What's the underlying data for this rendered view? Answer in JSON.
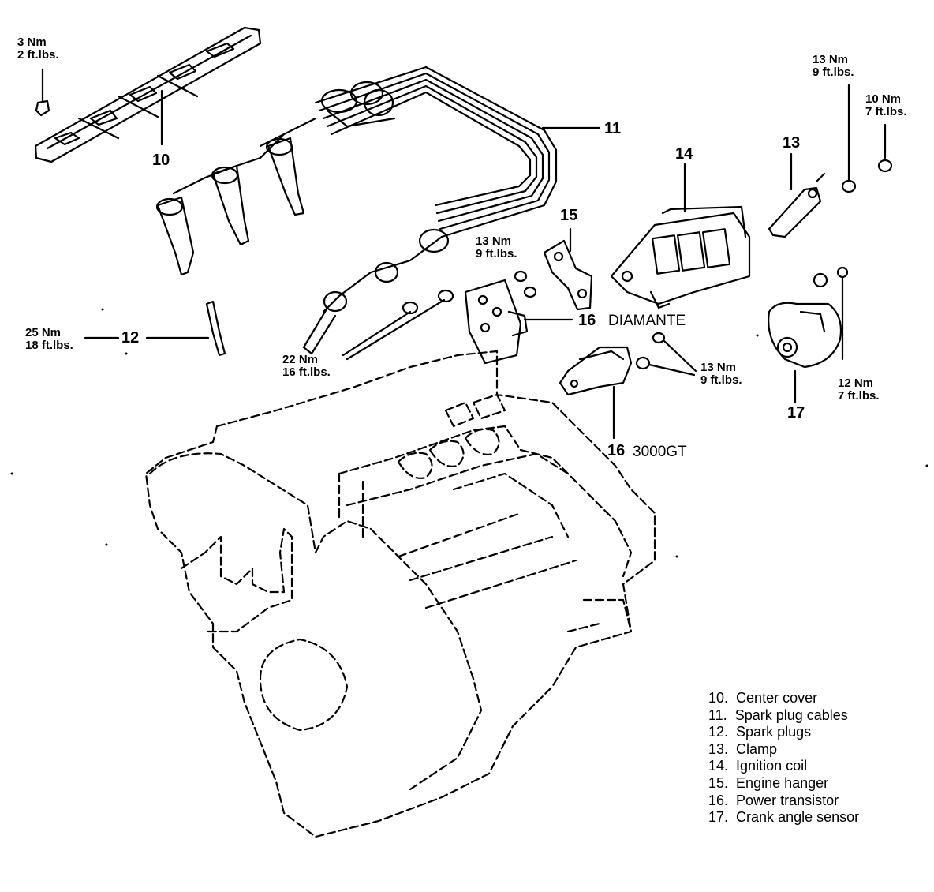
{
  "torque": {
    "t1": [
      "3 Nm",
      "2 ft.lbs."
    ],
    "t2": [
      "13 Nm",
      "9 ft.lbs."
    ],
    "t3": [
      "10 Nm",
      "7 ft.lbs."
    ],
    "t4": [
      "13 Nm",
      "9 ft.lbs."
    ],
    "t5": [
      "25 Nm",
      "18 ft.lbs."
    ],
    "t6": [
      "22 Nm",
      "16 ft.lbs."
    ],
    "t7": [
      "13 Nm",
      "9 ft.lbs."
    ],
    "t8": [
      "12 Nm",
      "7 ft.lbs."
    ]
  },
  "callouts": {
    "c10": "10",
    "c11": "11",
    "c12": "12",
    "c13": "13",
    "c14": "14",
    "c15": "15",
    "c16a": "16",
    "c16b": "16",
    "c17": "17"
  },
  "variants": {
    "diamante": "DIAMANTE",
    "gt3000": "3000GT"
  },
  "legend": [
    {
      "num": "10.",
      "text": "Center cover"
    },
    {
      "num": "11.",
      "text": "Spark plug cables"
    },
    {
      "num": "12.",
      "text": "Spark plugs"
    },
    {
      "num": "13.",
      "text": "Clamp"
    },
    {
      "num": "14.",
      "text": "Ignition coil"
    },
    {
      "num": "15.",
      "text": "Engine hanger"
    },
    {
      "num": "16.",
      "text": "Power transistor"
    },
    {
      "num": "17.",
      "text": "Crank angle sensor"
    }
  ]
}
